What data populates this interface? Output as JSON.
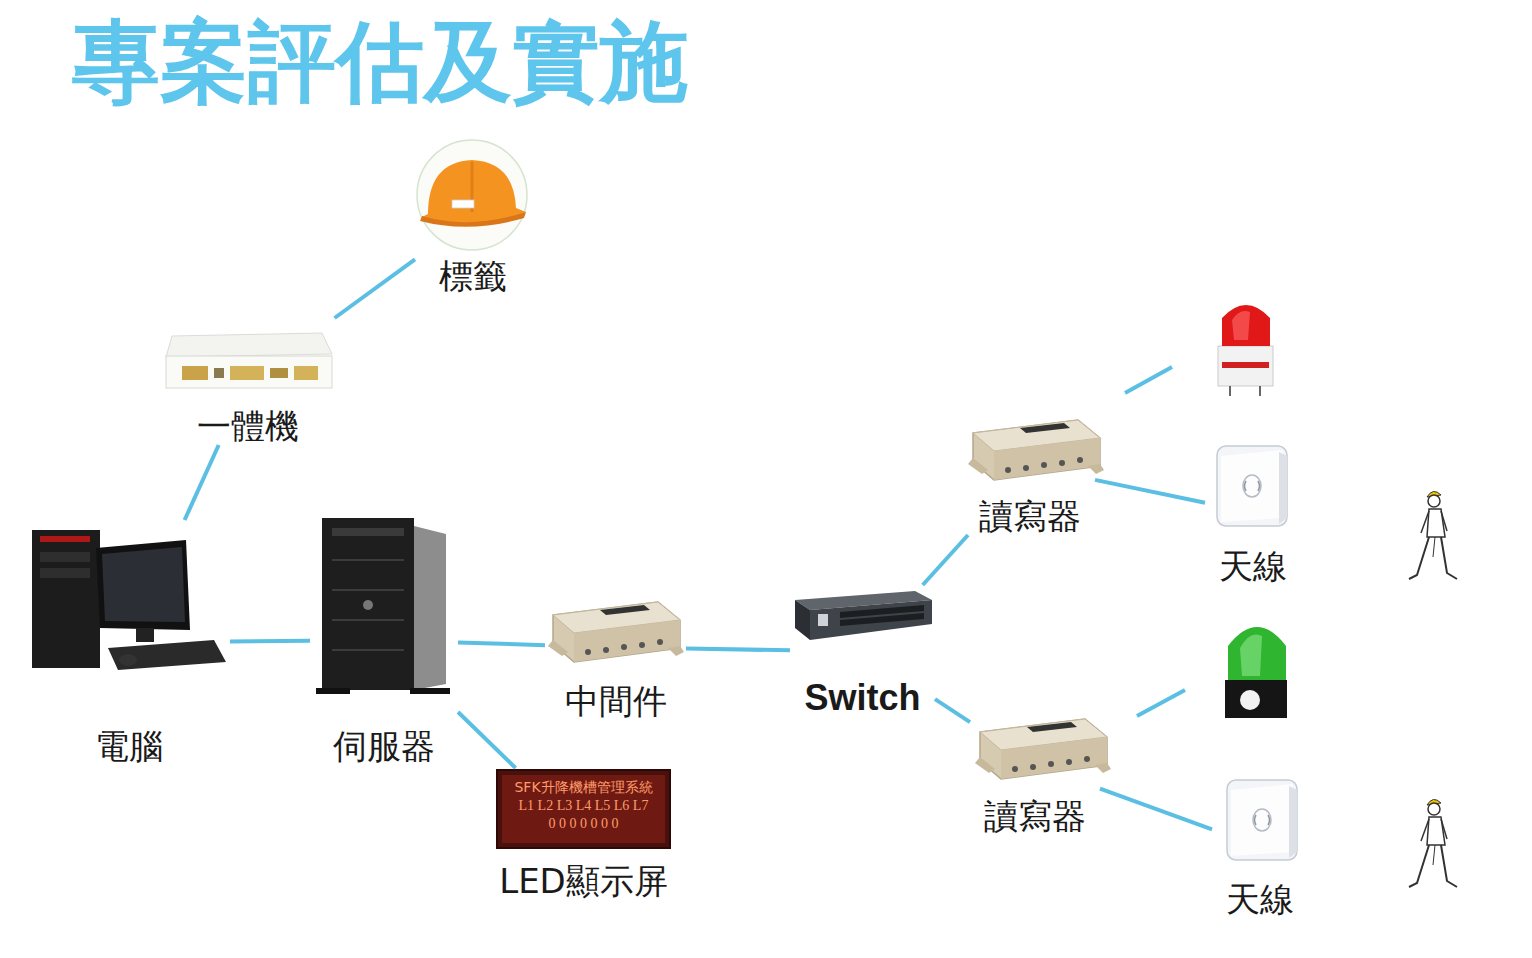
{
  "diagram": {
    "title": "專案評估及實施",
    "nodes": [
      {
        "text": [
          "標籤"
        ]
      },
      {
        "text": [
          "一體機"
        ]
      },
      {
        "text": [
          "讀寫器"
        ]
      },
      {
        "text": [
          "天線"
        ]
      },
      {
        "text": [
          "電腦"
        ]
      },
      {
        "text": [
          "伺服器"
        ]
      },
      {
        "text": [
          "中間件"
        ]
      },
      {
        "text": [
          "Switch"
        ]
      },
      {
        "text": [
          "SFK升降機槽管理系統",
          "L1 L2 L3 L4 L5 L6 L7",
          "0 0 0 0 0 0 0",
          "LED顯示屏"
        ]
      },
      {
        "text": [
          "讀寫器"
        ]
      },
      {
        "text": [
          "天線"
        ]
      }
    ],
    "edges": [
      {
        "from": 1,
        "to": 0,
        "arrow": "none"
      },
      {
        "from": 4,
        "to": 1,
        "arrow": "none"
      },
      {
        "from": 4,
        "to": 5,
        "arrow": "none"
      },
      {
        "from": 5,
        "to": 6,
        "arrow": "none"
      },
      {
        "from": 5,
        "to": 8,
        "arrow": "none"
      },
      {
        "from": 6,
        "to": 7,
        "arrow": "none"
      },
      {
        "from": 7,
        "to": 2,
        "arrow": "none"
      },
      {
        "from": 7,
        "to": 9,
        "arrow": "none"
      },
      {
        "from": 2,
        "to": 3,
        "arrow": "none"
      },
      {
        "from": 9,
        "to": 10,
        "arrow": "none"
      }
    ]
  }
}
